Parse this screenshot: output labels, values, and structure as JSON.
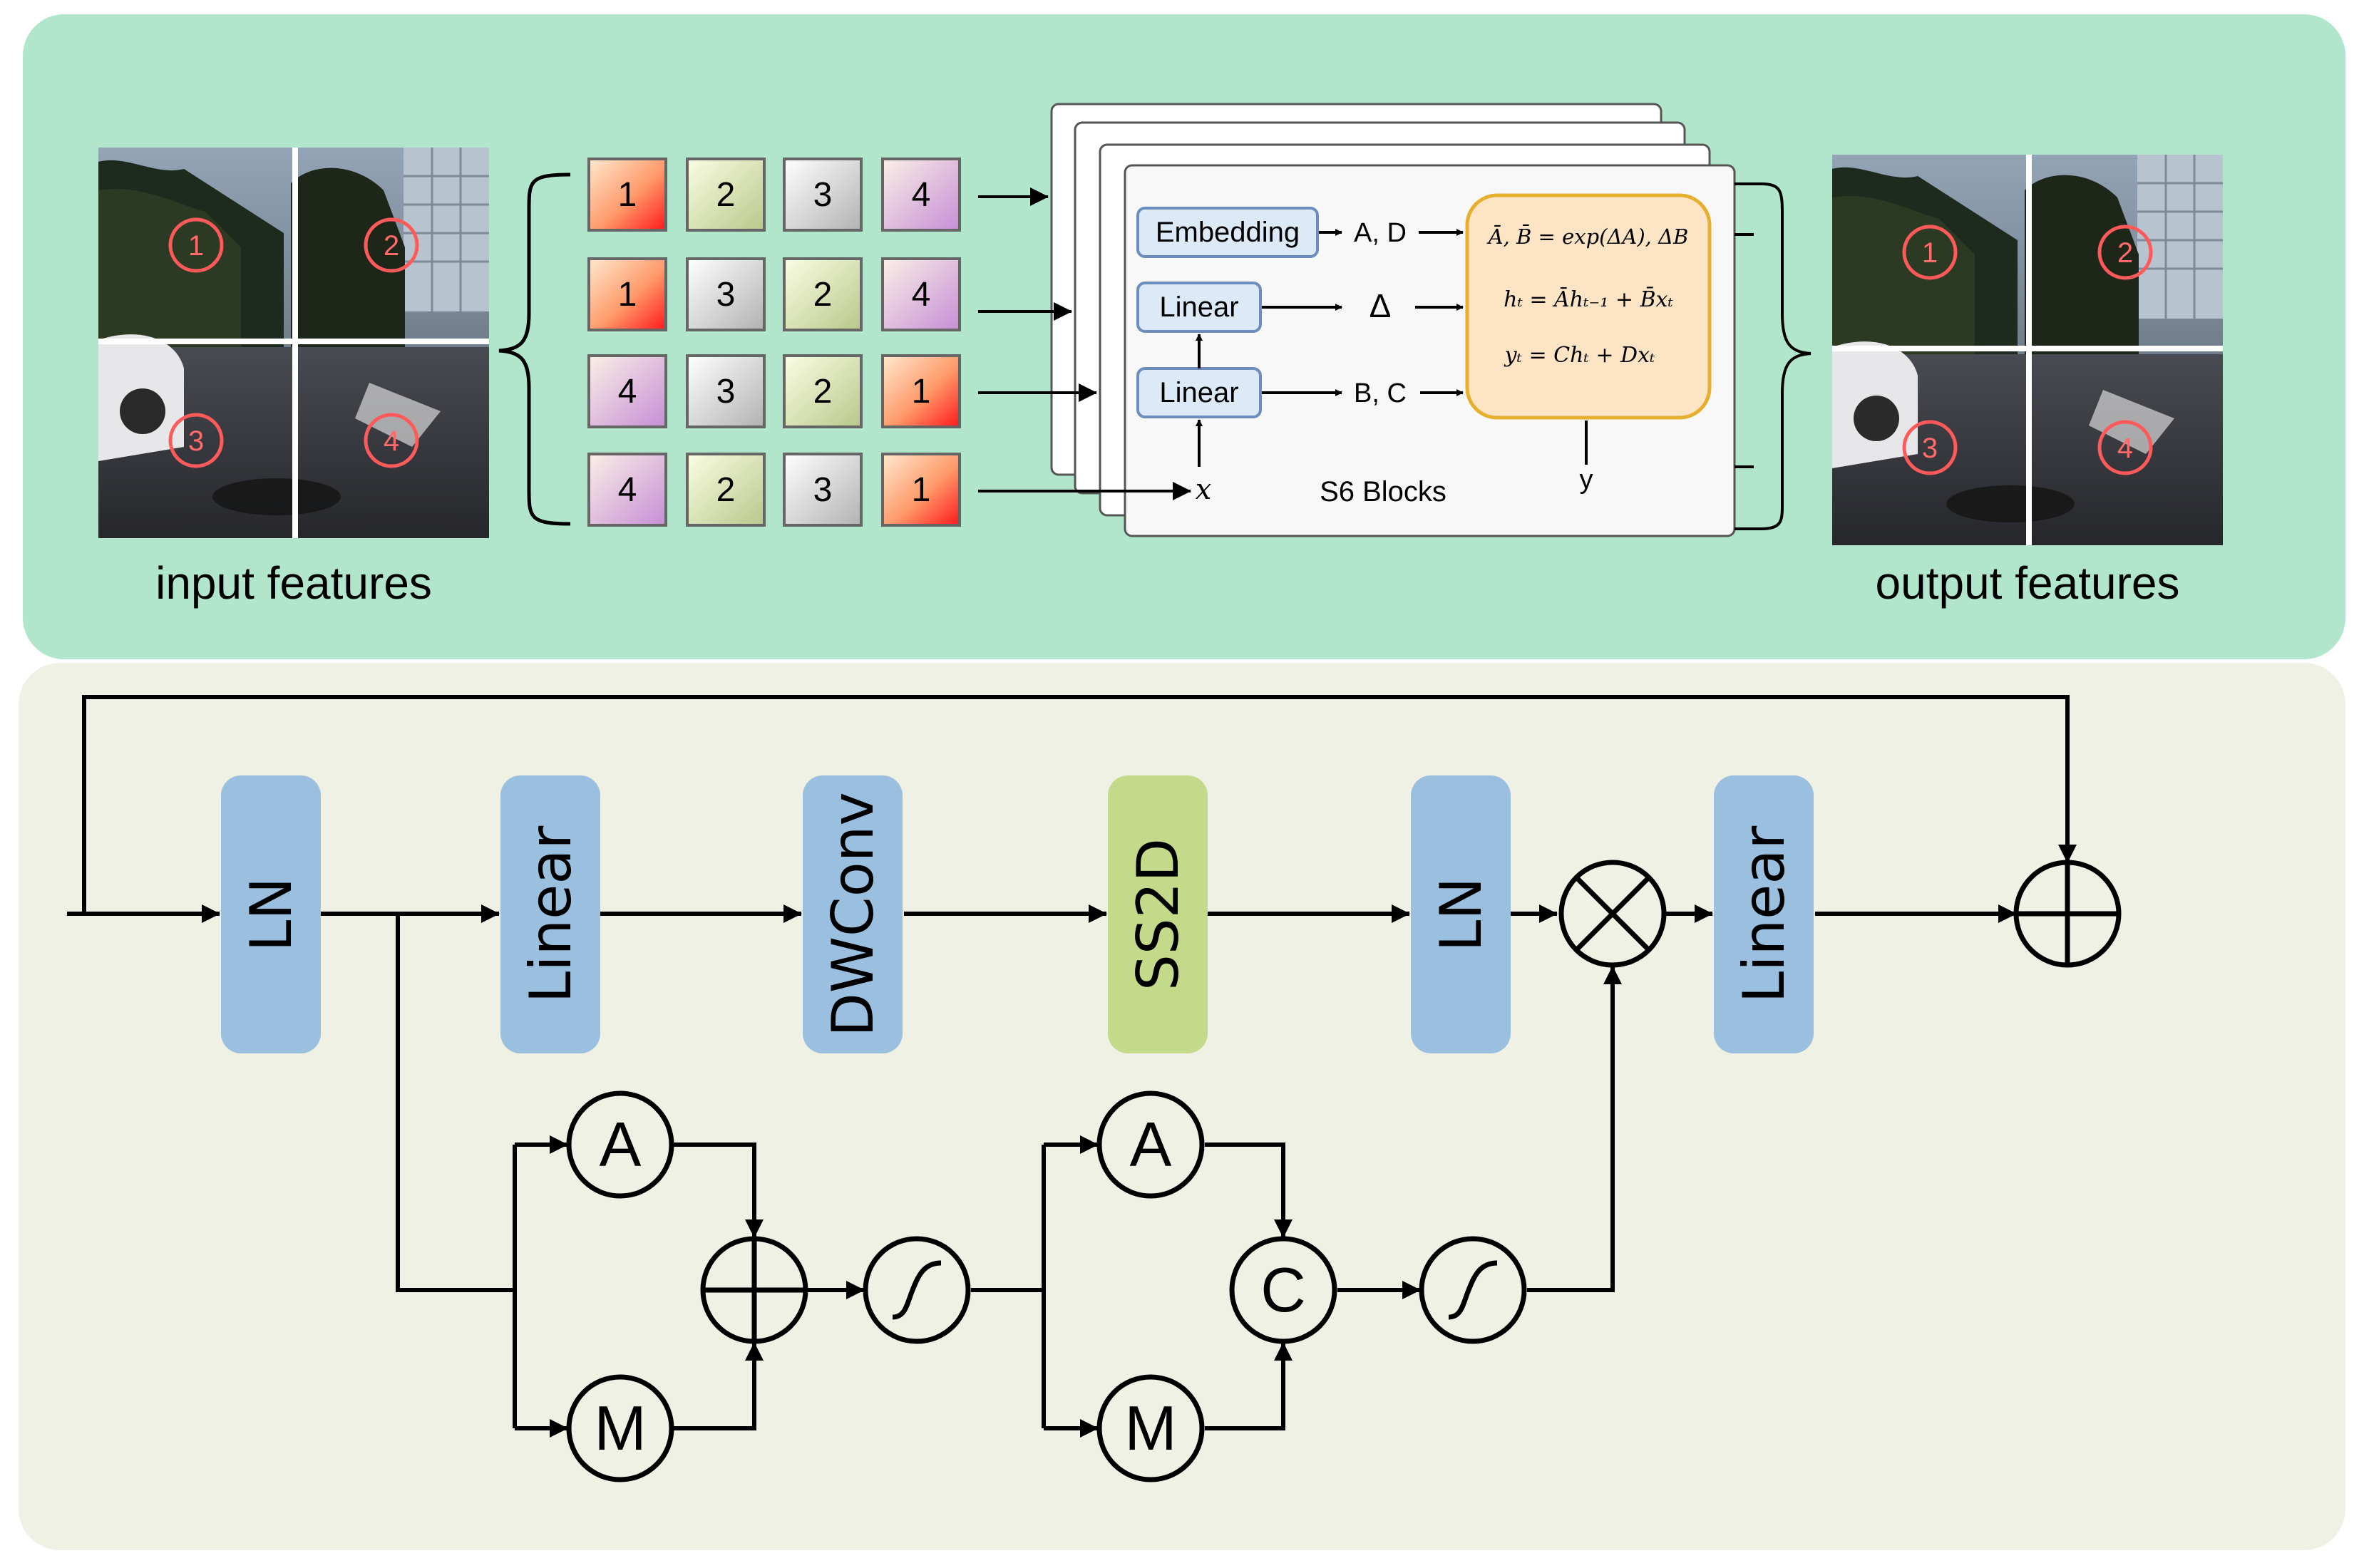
{
  "top_panel": {
    "input_label": "input features",
    "output_label": "output features",
    "quadrant_labels": [
      "1",
      "2",
      "3",
      "4"
    ],
    "sequences": [
      [
        "1",
        "2",
        "3",
        "4"
      ],
      [
        "1",
        "3",
        "2",
        "4"
      ],
      [
        "4",
        "3",
        "2",
        "1"
      ],
      [
        "4",
        "2",
        "3",
        "1"
      ]
    ],
    "s6": {
      "title": "S6 Blocks",
      "embedding": "Embedding",
      "linear_top": "Linear",
      "linear_bottom": "Linear",
      "out_ad": "A, D",
      "out_delta": "Δ",
      "out_bc": "B, C",
      "input_x": "x",
      "output_y": "y",
      "eq1": "Ā, B̄ = exp(ΔA), ΔB",
      "eq2": "hₜ = Āhₜ₋₁ + B̄xₜ",
      "eq3": "yₜ = Chₜ + Dxₜ"
    }
  },
  "bottom_panel": {
    "blocks": [
      "LN",
      "Linear",
      "DWConv",
      "SS2D",
      "LN",
      "Linear"
    ],
    "circles": {
      "avg1": "A",
      "max1": "M",
      "avg2": "A",
      "max2": "M",
      "concat": "C"
    }
  },
  "colors": {
    "top_bg": "#b2e6cc",
    "bottom_bg": "#f0f1e5",
    "block_blue": "#9bbfdf",
    "block_green": "#c4d98a",
    "eq_fill": "#fde4c4",
    "eq_stroke": "#e6b02e",
    "s6_box_fill": "#dce9f7",
    "s6_box_stroke": "#6c8ebf"
  }
}
